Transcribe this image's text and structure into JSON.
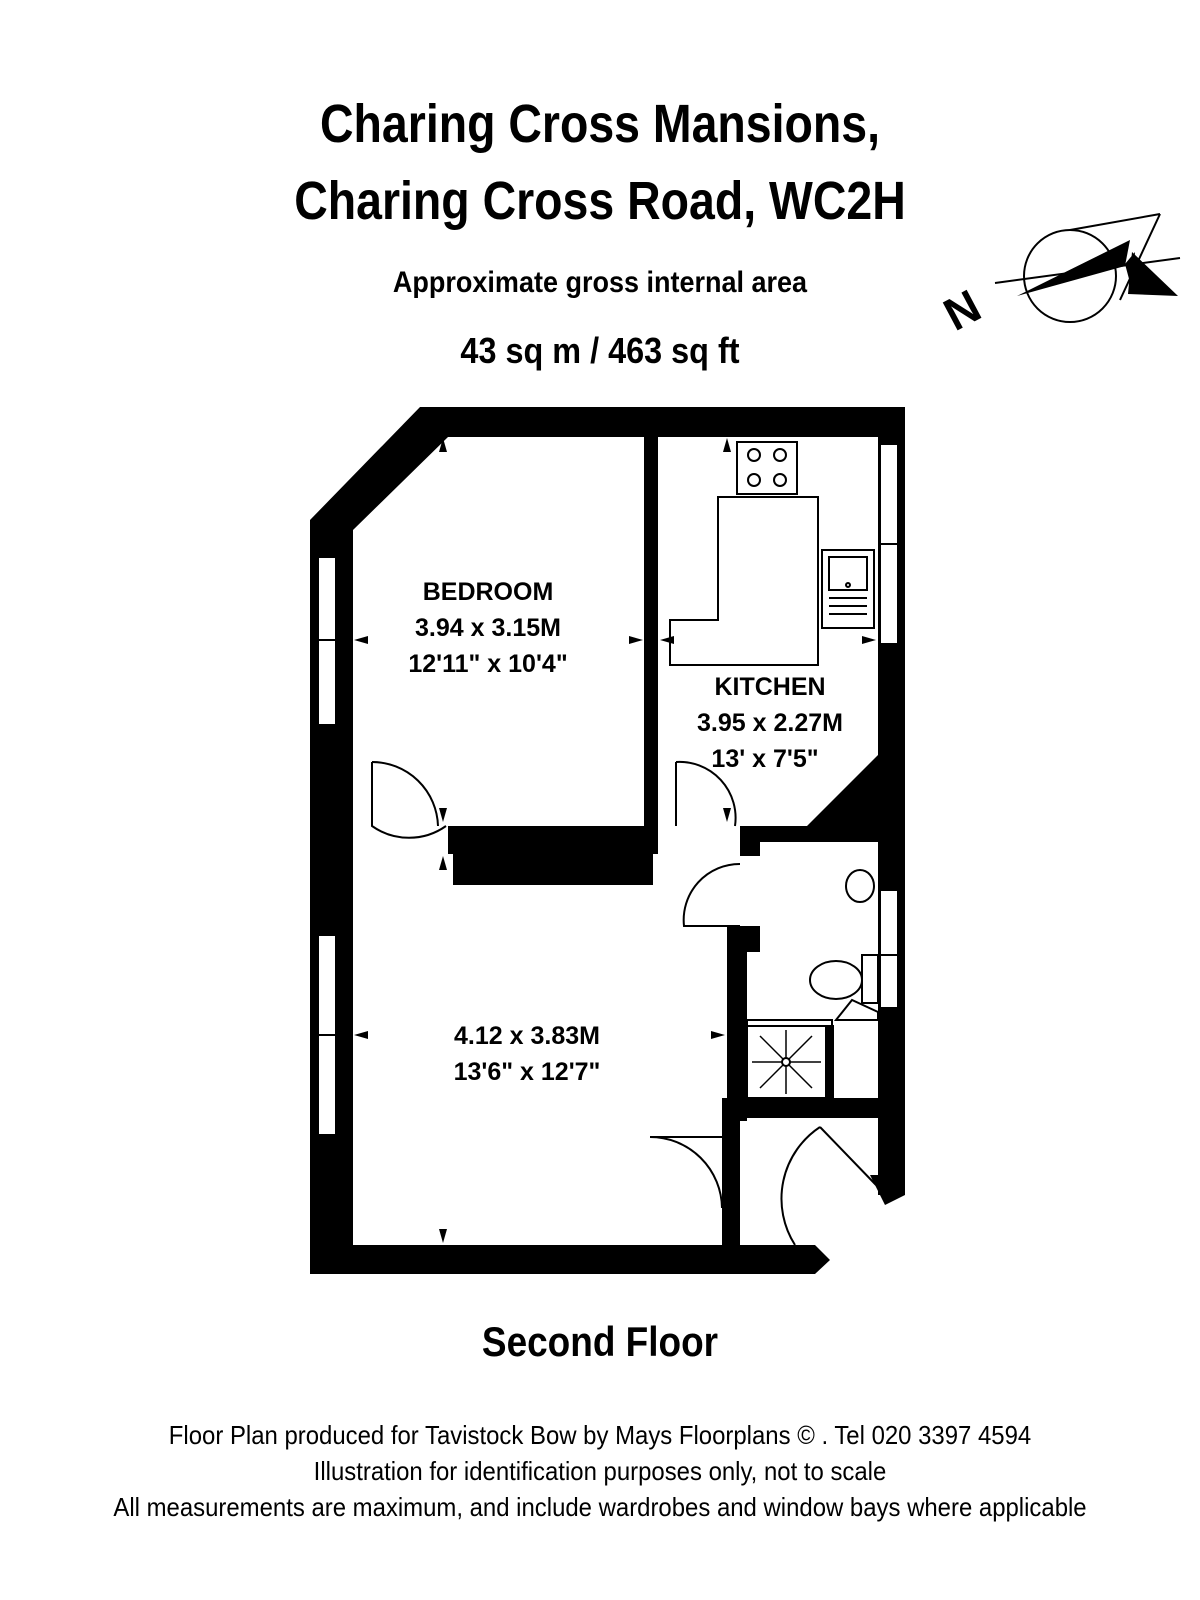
{
  "header": {
    "title_line1": "Charing Cross Mansions,",
    "title_line2": "Charing Cross Road, WC2H",
    "area_label": "Approximate gross internal area",
    "area_value": "43 sq m /  463 sq ft"
  },
  "rooms": {
    "bedroom": {
      "name": "BEDROOM",
      "metric": "3.94 x 3.15M",
      "imperial": "12'11\" x 10'4\""
    },
    "kitchen": {
      "name": "KITCHEN",
      "metric": "3.95 x 2.27M",
      "imperial": "13' x 7'5\""
    },
    "reception": {
      "metric": "4.12 x 3.83M",
      "imperial": "13'6\" x 12'7\""
    }
  },
  "compass": {
    "letter": "N"
  },
  "floor_label": "Second Floor",
  "footer": {
    "line1": "Floor Plan produced for Tavistock Bow by Mays Floorplans  © . Tel 020 3397 4594",
    "line2": "Illustration for identification purposes only, not to scale",
    "line3": "All measurements are maximum, and include wardrobes and window bays where applicable"
  },
  "colors": {
    "wall": "#000000",
    "background": "#ffffff"
  }
}
